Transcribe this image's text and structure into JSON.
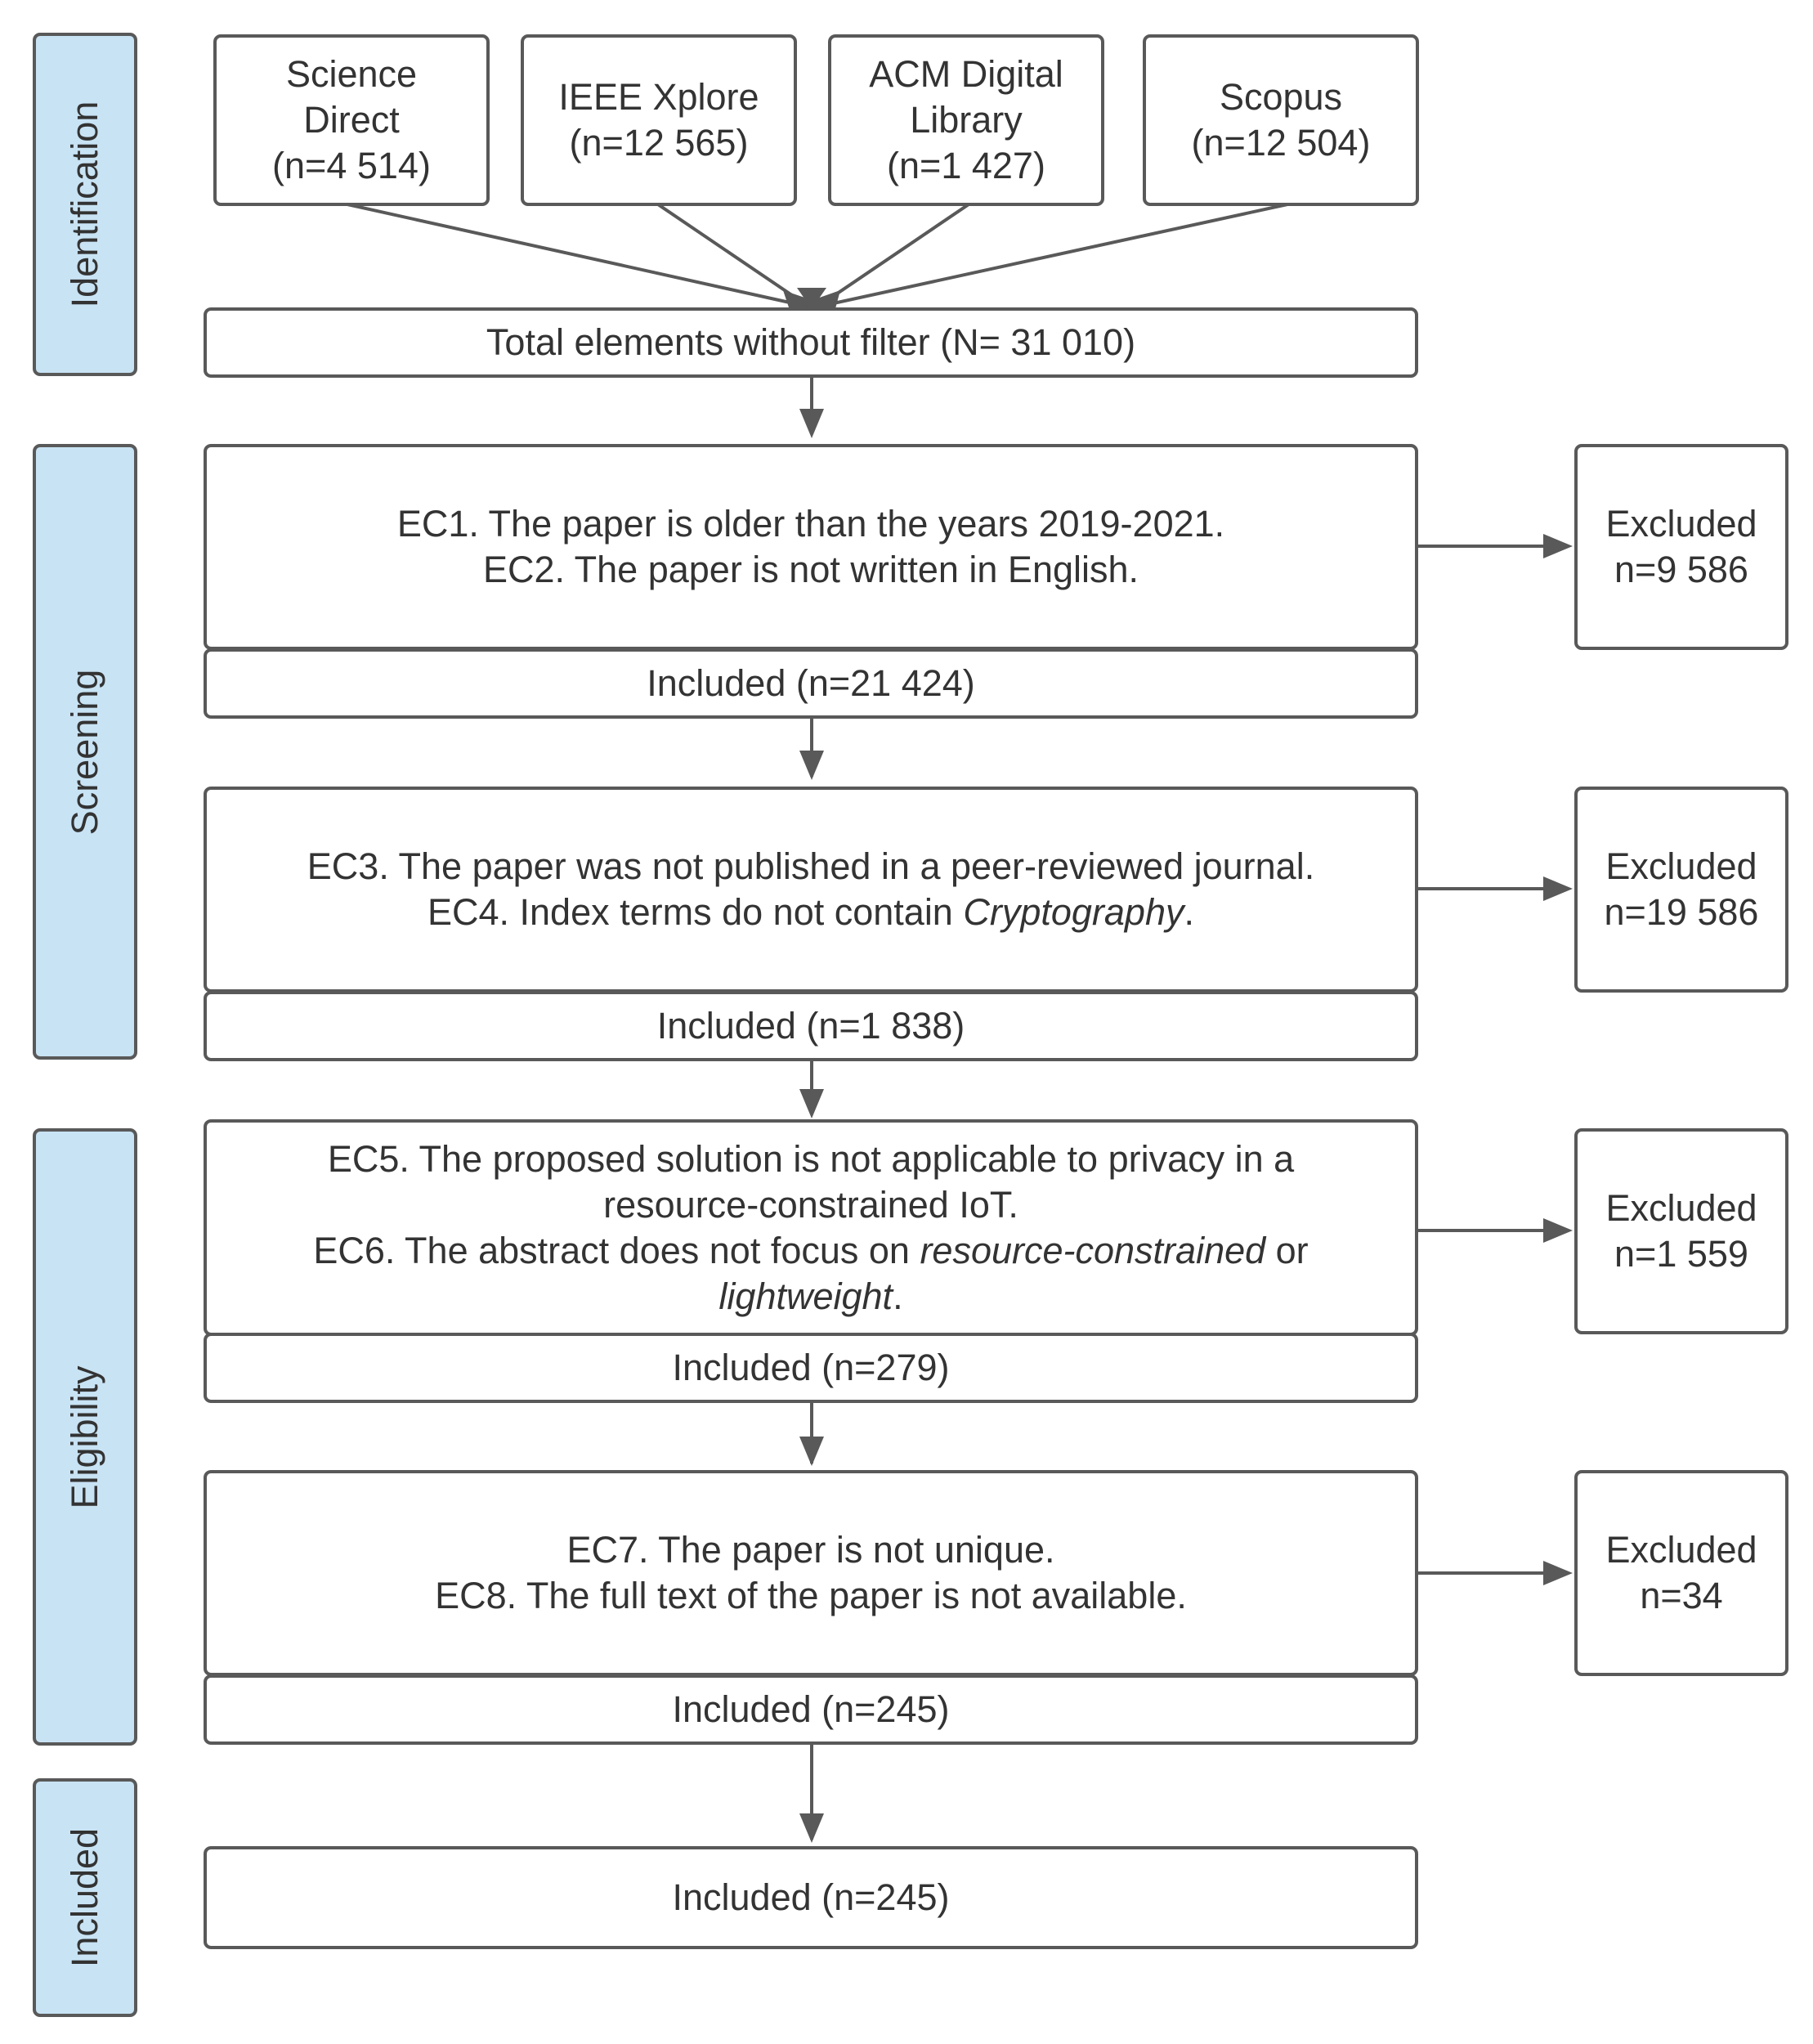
{
  "phases": {
    "identification": "Identification",
    "screening": "Screening",
    "eligibility": "Eligibility",
    "included": "Included"
  },
  "sources": [
    {
      "name_line1": "Science",
      "name_line2": "Direct",
      "count": "(n=4 514)"
    },
    {
      "name_line1": "IEEE Xplore",
      "count": "(n=12 565)"
    },
    {
      "name_line1": "ACM Digital",
      "name_line2": "Library",
      "count": "(n=1 427)"
    },
    {
      "name_line1": "Scopus",
      "count": "(n=12 504)"
    }
  ],
  "total": "Total elements without filter (N= 31 010)",
  "criteria": {
    "c1": {
      "line1": "EC1. The paper is older than the years 2019-2021.",
      "line2": "EC2. The paper is not written in English."
    },
    "c2": {
      "line1": "EC3. The paper was not published in a peer-reviewed journal.",
      "line2_prefix": "EC4. Index terms do not contain ",
      "line2_em": "Cryptography",
      "line2_suffix": "."
    },
    "c3": {
      "line1": "EC5. The proposed solution is not applicable to privacy in a",
      "line2": "resource-constrained IoT.",
      "line3_prefix": "EC6. The abstract does not focus on ",
      "line3_em": "resource-constrained",
      "line3_suffix": " or",
      "line4_em": "lightweight",
      "line4_suffix": "."
    },
    "c4": {
      "line1": "EC7. The paper is not unique.",
      "line2": "EC8. The full text of the paper is not available."
    }
  },
  "included_steps": [
    "Included (n=21 424)",
    "Included (n=1 838)",
    "Included (n=279)",
    "Included (n=245)"
  ],
  "final_included": "Included (n=245)",
  "excluded": [
    {
      "label": "Excluded",
      "count": "n=9 586"
    },
    {
      "label": "Excluded",
      "count": "n=19 586"
    },
    {
      "label": "Excluded",
      "count": "n=1 559"
    },
    {
      "label": "Excluded",
      "count": "n=34"
    }
  ],
  "colors": {
    "border": "#595959",
    "phase_fill": "#c8e3f4",
    "text": "#333333",
    "arrow": "#595959"
  }
}
